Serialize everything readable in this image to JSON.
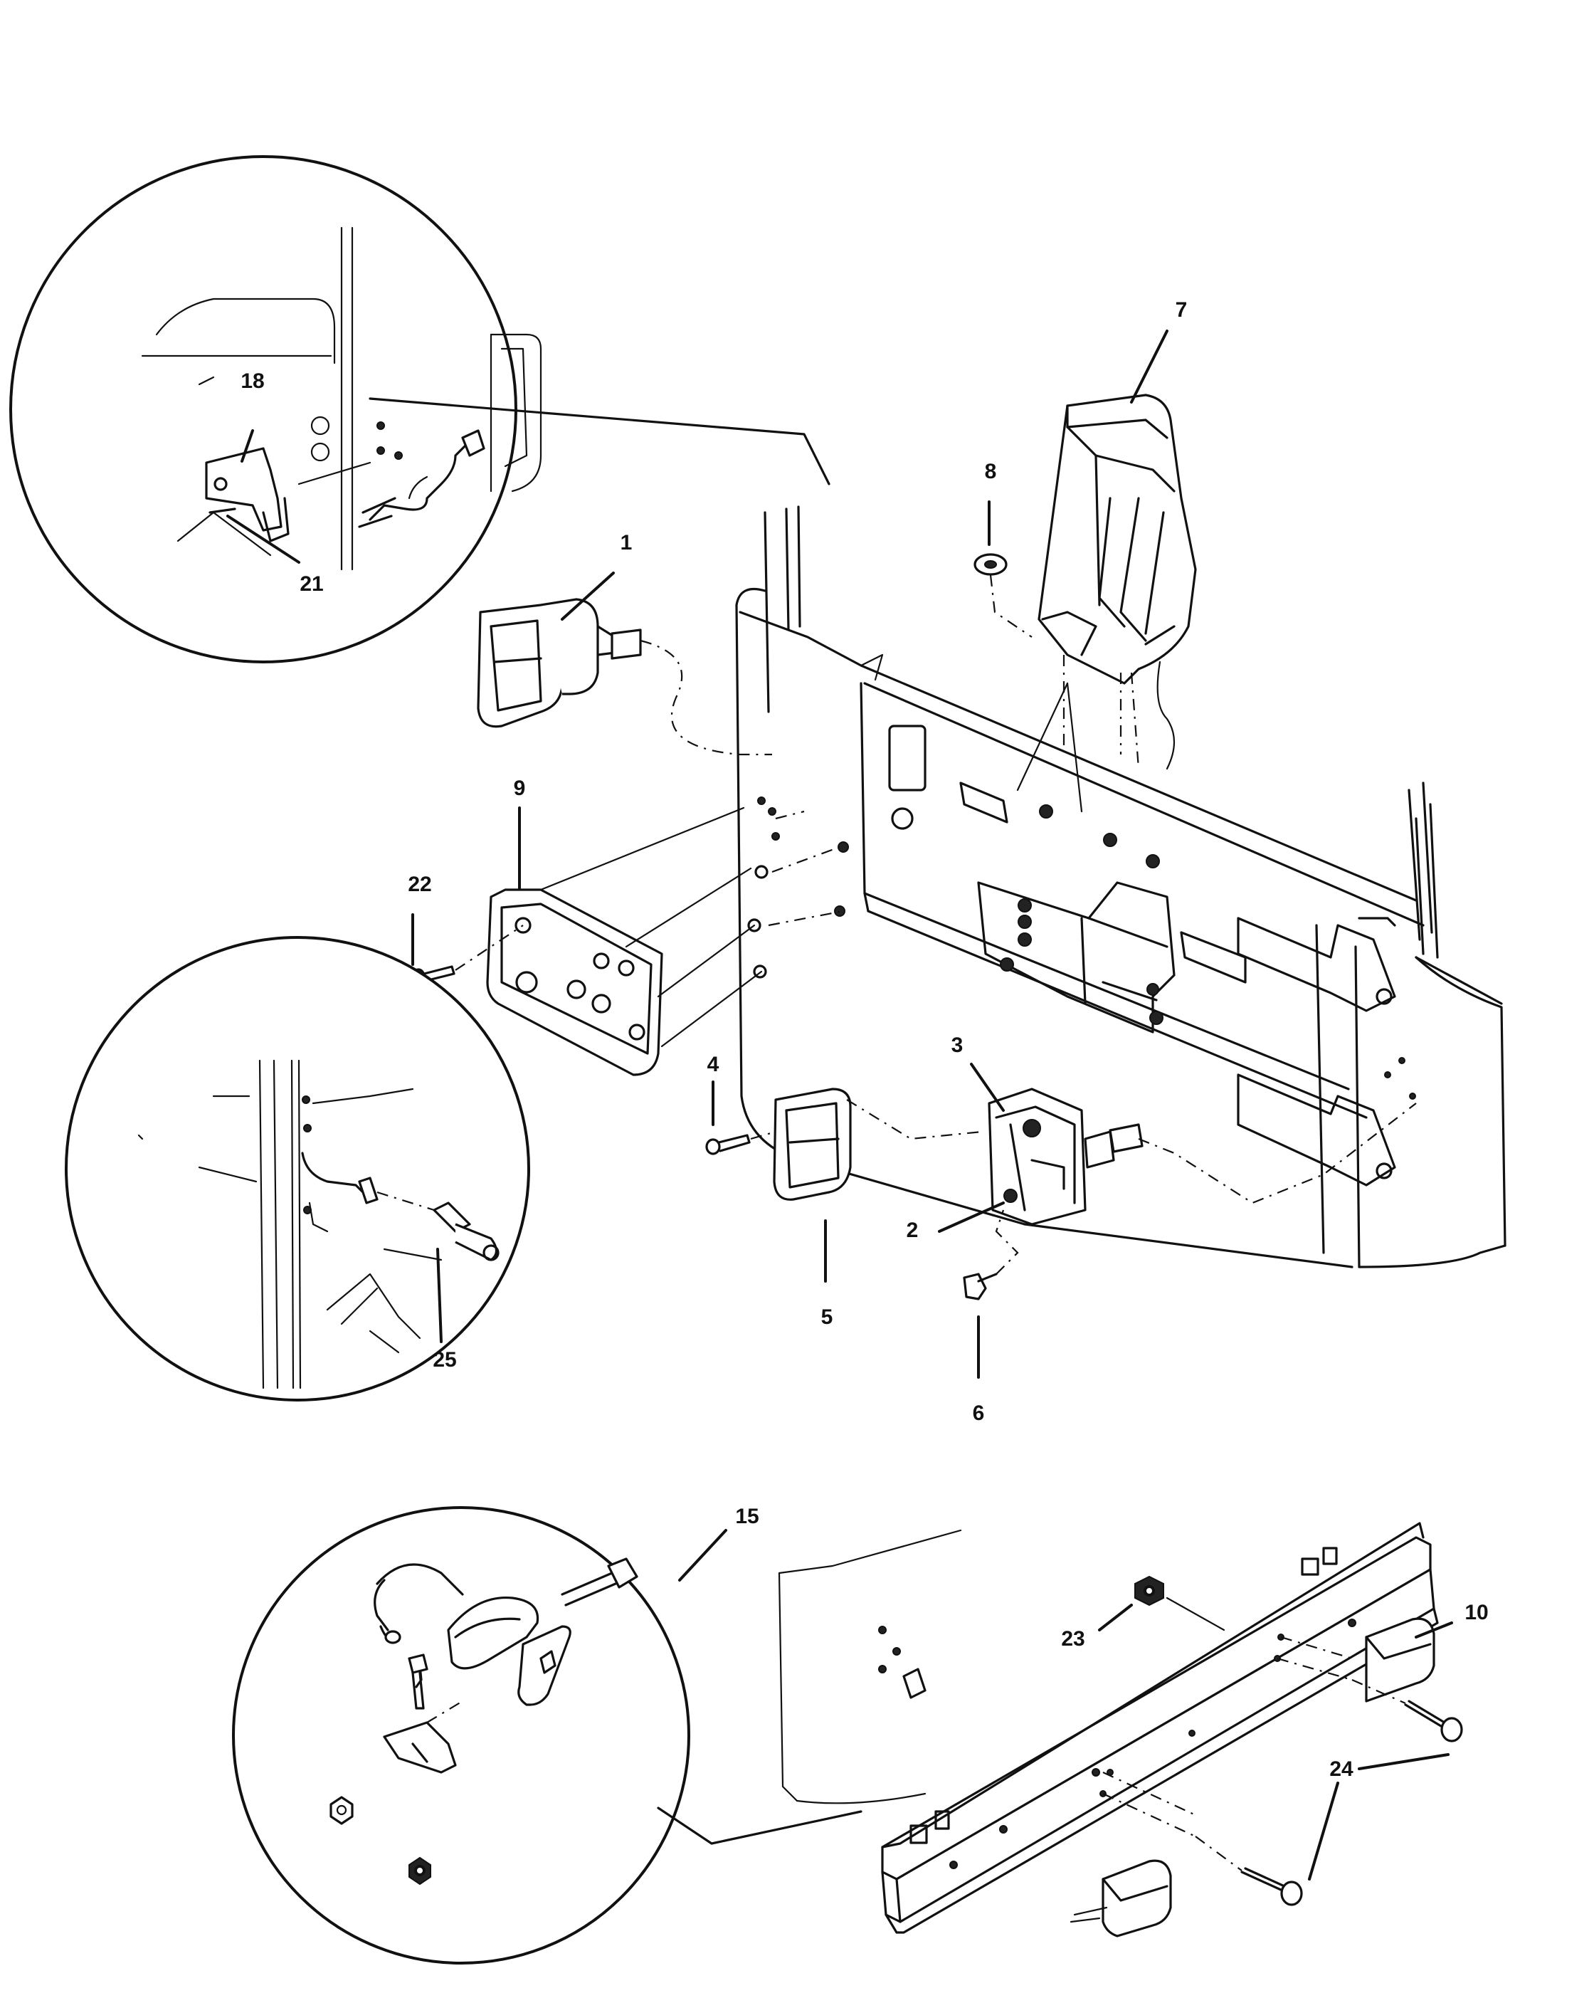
{
  "callouts": {
    "c1": "1",
    "c2": "2",
    "c3": "3",
    "c4": "4",
    "c5": "5",
    "c6": "6",
    "c7": "7",
    "c8": "8",
    "c9": "9",
    "c10": "10",
    "c15": "15",
    "c18": "18",
    "c21": "21",
    "c22": "22",
    "c23": "23",
    "c24": "24",
    "c25": "25"
  }
}
